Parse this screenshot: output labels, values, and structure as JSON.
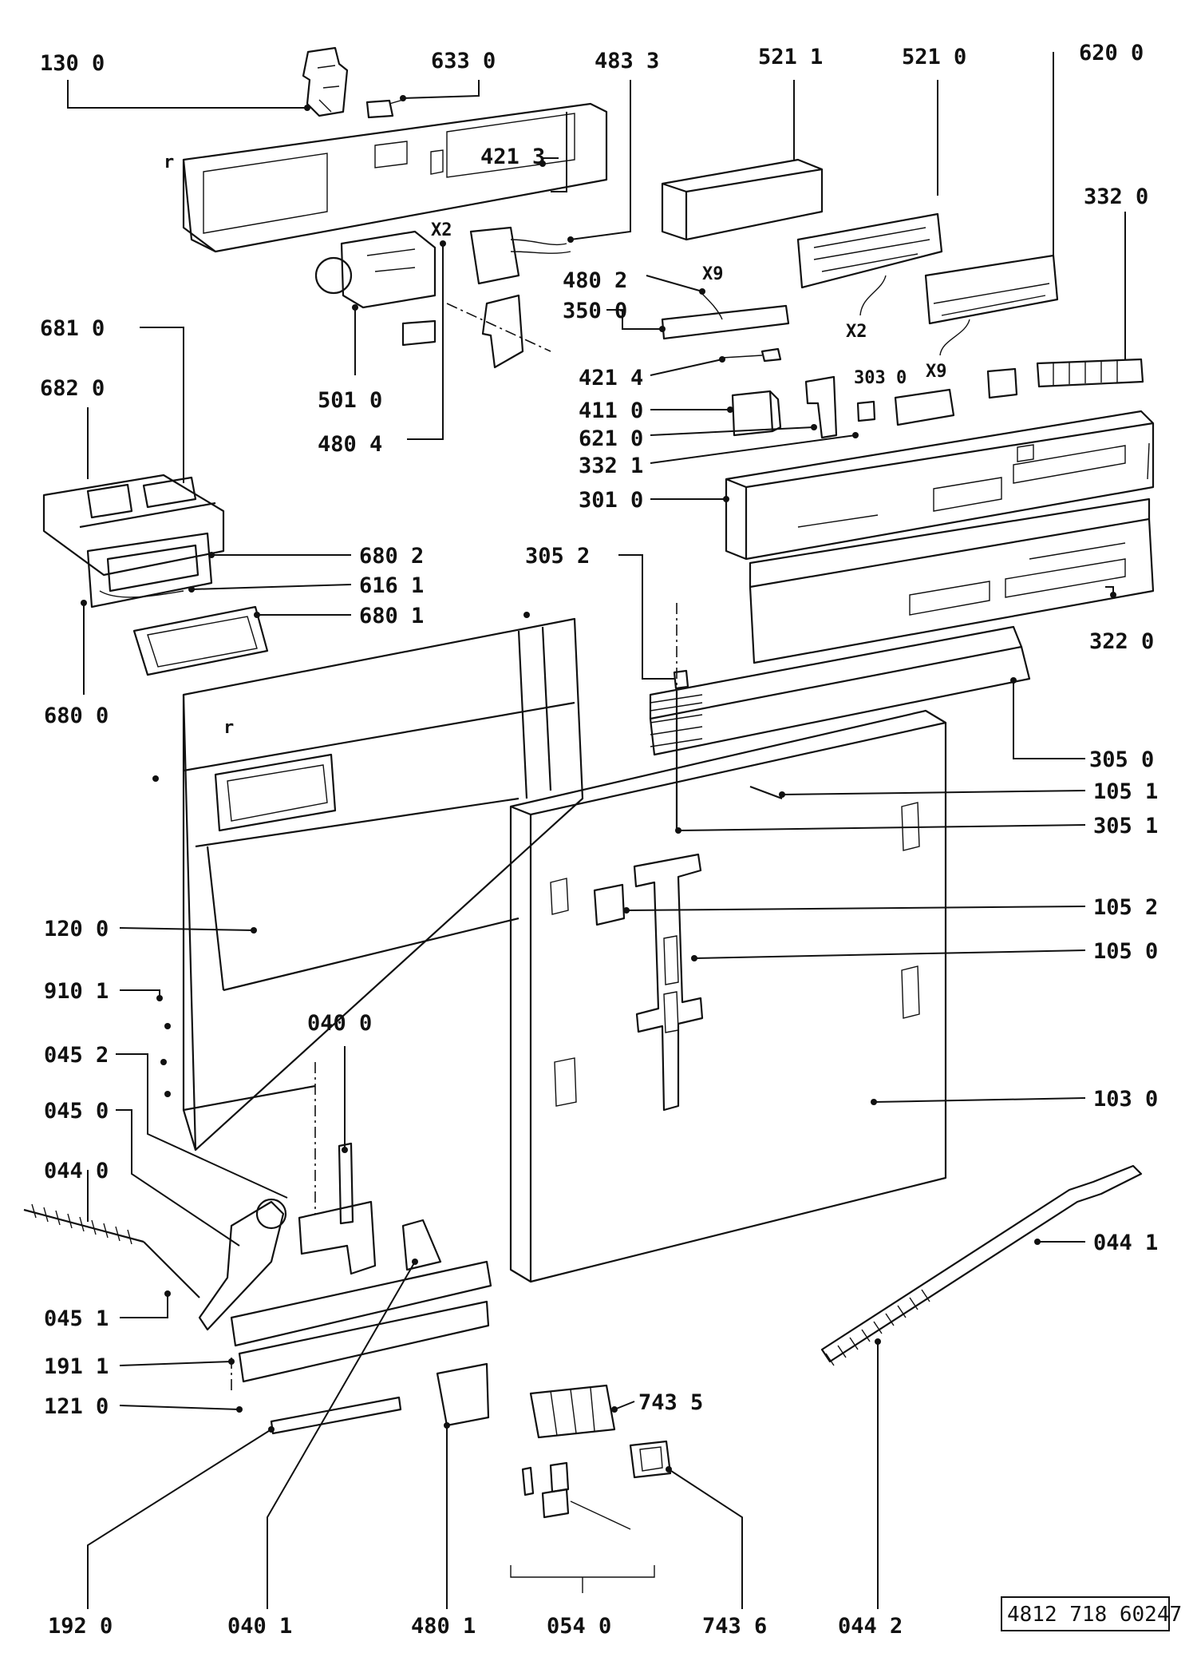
{
  "labels": {
    "l1300": "130 0",
    "l6330": "633 0",
    "l4833": "483 3",
    "l5211": "521 1",
    "l5210": "521 0",
    "l6200": "620 0",
    "l4213": "421 3",
    "l3320": "332 0",
    "l4802": "480 2",
    "l3500": "350 0",
    "l6810": "681 0",
    "l6820": "682 0",
    "l5010": "501 0",
    "l4804": "480 4",
    "l4214": "421 4",
    "l4110": "411 0",
    "l3030": "303 0",
    "l6210": "621 0",
    "l3321": "332 1",
    "l3010": "301 0",
    "l6802": "680 2",
    "l6161": "616 1",
    "l6801": "680 1",
    "l3052": "305 2",
    "l6800": "680 0",
    "l3220": "322 0",
    "l3050": "305 0",
    "l1051": "105 1",
    "l3051": "305 1",
    "l1052": "105 2",
    "l1200": "120 0",
    "l1050": "105 0",
    "l9101": "910 1",
    "l0400": "040 0",
    "l0452": "045 2",
    "l1030": "103 0",
    "l0450": "045 0",
    "l0440": "044 0",
    "l0441": "044 1",
    "l0451": "045 1",
    "l1911": "191 1",
    "l1210": "121 0",
    "l7435": "743 5",
    "l1920": "192 0",
    "l0401": "040 1",
    "l4801": "480 1",
    "l0540": "054 0",
    "l7436": "743 6",
    "l0442": "044 2"
  },
  "connectors": {
    "x2_top": "X2",
    "x9_mid": "X9",
    "x2_board": "X2",
    "x9_board": "X9",
    "r_top": "r",
    "r_door": "r"
  },
  "document_number": "4812 718 60247"
}
